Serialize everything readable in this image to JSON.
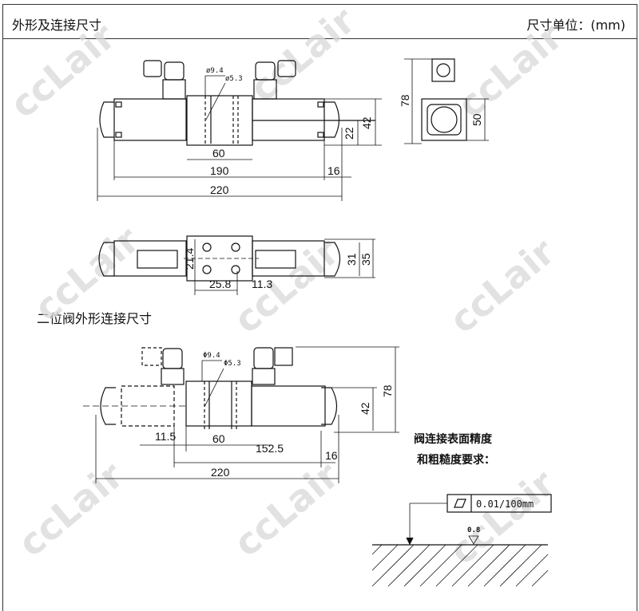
{
  "header": {
    "title": "外形及连接尺寸",
    "unit_label": "尺寸单位：(mm)"
  },
  "section2": {
    "title": "二位阀外形连接尺寸"
  },
  "view_front": {
    "d1": "ø9.4",
    "d2": "ø5.3",
    "w60": "60",
    "w190": "190",
    "w220": "220",
    "w16": "16",
    "h22": "22",
    "h42": "42"
  },
  "view_side": {
    "h78": "78",
    "h50": "50"
  },
  "view_top": {
    "h21_4": "21.4",
    "w25_8": "25.8",
    "w11_3": "11.3",
    "h31": "31",
    "h35": "35"
  },
  "view_2pos": {
    "d1": "Φ9.4",
    "d2": "Φ5.3",
    "w11_5": "11.5",
    "w60": "60",
    "w152_5": "152.5",
    "w16": "16",
    "w220": "220",
    "h42": "42",
    "h78": "78"
  },
  "surface": {
    "note_line1": "阀连接表面精度",
    "note_line2": "和粗糙度要求：",
    "flatness": "0.01/100mm",
    "roughness": "0.8"
  },
  "watermark": "ccLair"
}
